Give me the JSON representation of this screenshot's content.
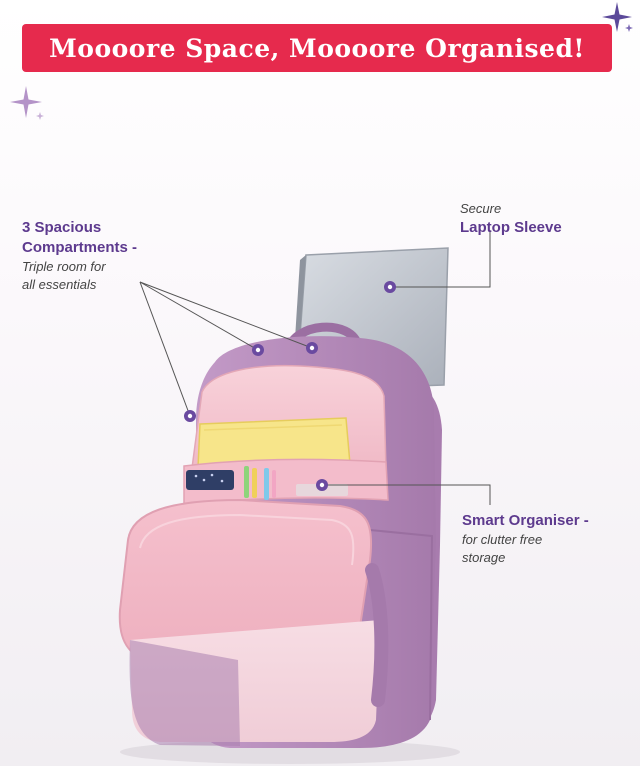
{
  "banner": {
    "title": "Moooore Space, Moooore Organised!"
  },
  "callouts": {
    "compartments": {
      "title_line1": "3 Spacious",
      "title_line2": "Compartments -",
      "desc_line1": "Triple room for",
      "desc_line2": "all essentials"
    },
    "laptop": {
      "prefix": "Secure",
      "title": "Laptop Sleeve"
    },
    "organiser": {
      "title": "Smart Organiser -",
      "desc_line1": "for clutter free",
      "desc_line2": "storage"
    }
  },
  "colors": {
    "banner": "#e62a4d",
    "accent_purple": "#5d3a8e",
    "bag_purple": "#b58bb8",
    "lining_pink": "#f6c9d3",
    "sparkle": "#6a4aa0"
  },
  "icons": [
    "sparkle-icon",
    "flower-marker-icon"
  ]
}
